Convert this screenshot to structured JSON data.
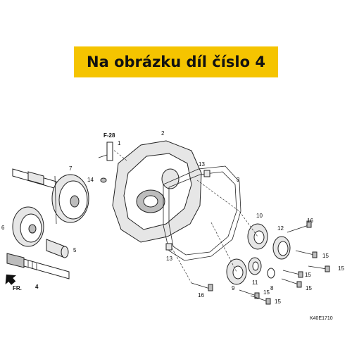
{
  "banner": {
    "text": "Na obrázku díl číslo 4"
  },
  "diagram": {
    "ref_label": "F-28",
    "direction_label": "FR.",
    "drawing_code": "K40E1710",
    "callouts": [
      "1",
      "2",
      "3",
      "4",
      "5",
      "6",
      "7",
      "8",
      "9",
      "10",
      "11",
      "12",
      "13",
      "13",
      "14",
      "15",
      "15",
      "15",
      "15",
      "15",
      "15",
      "16",
      "16"
    ]
  }
}
